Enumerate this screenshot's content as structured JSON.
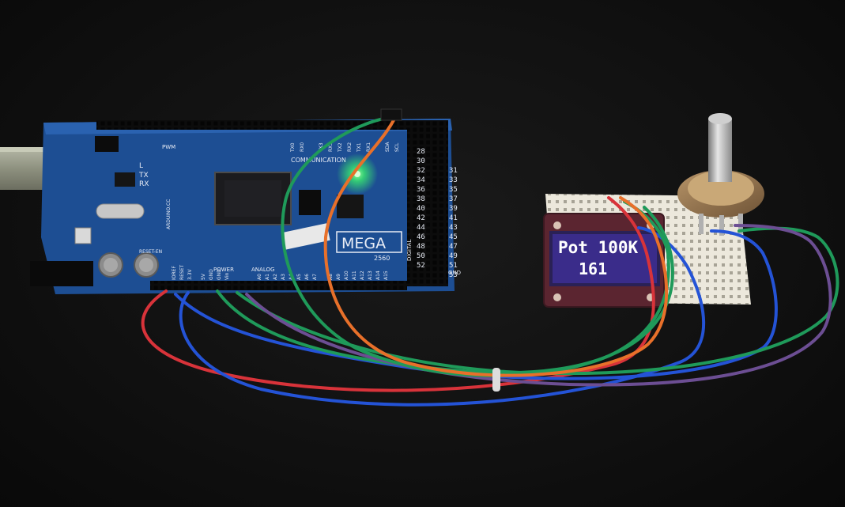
{
  "board": {
    "brand": "MEGA",
    "model": "2560",
    "site": "ARDUINO.CC",
    "header_communication": "COMMUNICATION",
    "header_power": "POWER",
    "header_analog": "ANALOG",
    "header_digital": "DIGITAL",
    "label_pwm": "PWM",
    "label_tx": "TX",
    "label_rx": "RX",
    "label_l": "L",
    "label_reset_en": "RESET-EN",
    "power_pins": [
      "IOREF",
      "RESET",
      "3.3V",
      "5V",
      "GND",
      "GND",
      "Vin"
    ],
    "analog_pins": [
      "A0",
      "A1",
      "A2",
      "A3",
      "A4",
      "A5",
      "A6",
      "A7",
      "A8",
      "A9",
      "A10",
      "A11",
      "A12",
      "A13",
      "A14",
      "A15"
    ],
    "comm_pins": [
      "TX0",
      "RX0",
      "TX3",
      "RX3",
      "TX2",
      "RX2",
      "TX1",
      "RX1",
      "SDA",
      "SCL"
    ],
    "digital_pins_left": [
      "28",
      "30",
      "32",
      "34",
      "36",
      "38",
      "40",
      "42",
      "44",
      "46",
      "48",
      "50",
      "52"
    ],
    "digital_pins_right": [
      "31",
      "33",
      "35",
      "37",
      "39",
      "41",
      "43",
      "45",
      "47",
      "49",
      "51",
      "53"
    ],
    "gnd_label": "GND"
  },
  "oled": {
    "line1": "Pot 100K",
    "line2": "161"
  },
  "colors": {
    "pcb": "#1d4e93",
    "pcb_dark": "#143a70",
    "wire_red": "#d8333a",
    "wire_blue": "#2453d6",
    "wire_green": "#1f9a5a",
    "wire_orange": "#e8702a",
    "wire_purple": "#6c4e93",
    "led_green": "#3dff6a",
    "breadboard": "#ece8dc",
    "oled_screen": "#3a2c8a"
  }
}
